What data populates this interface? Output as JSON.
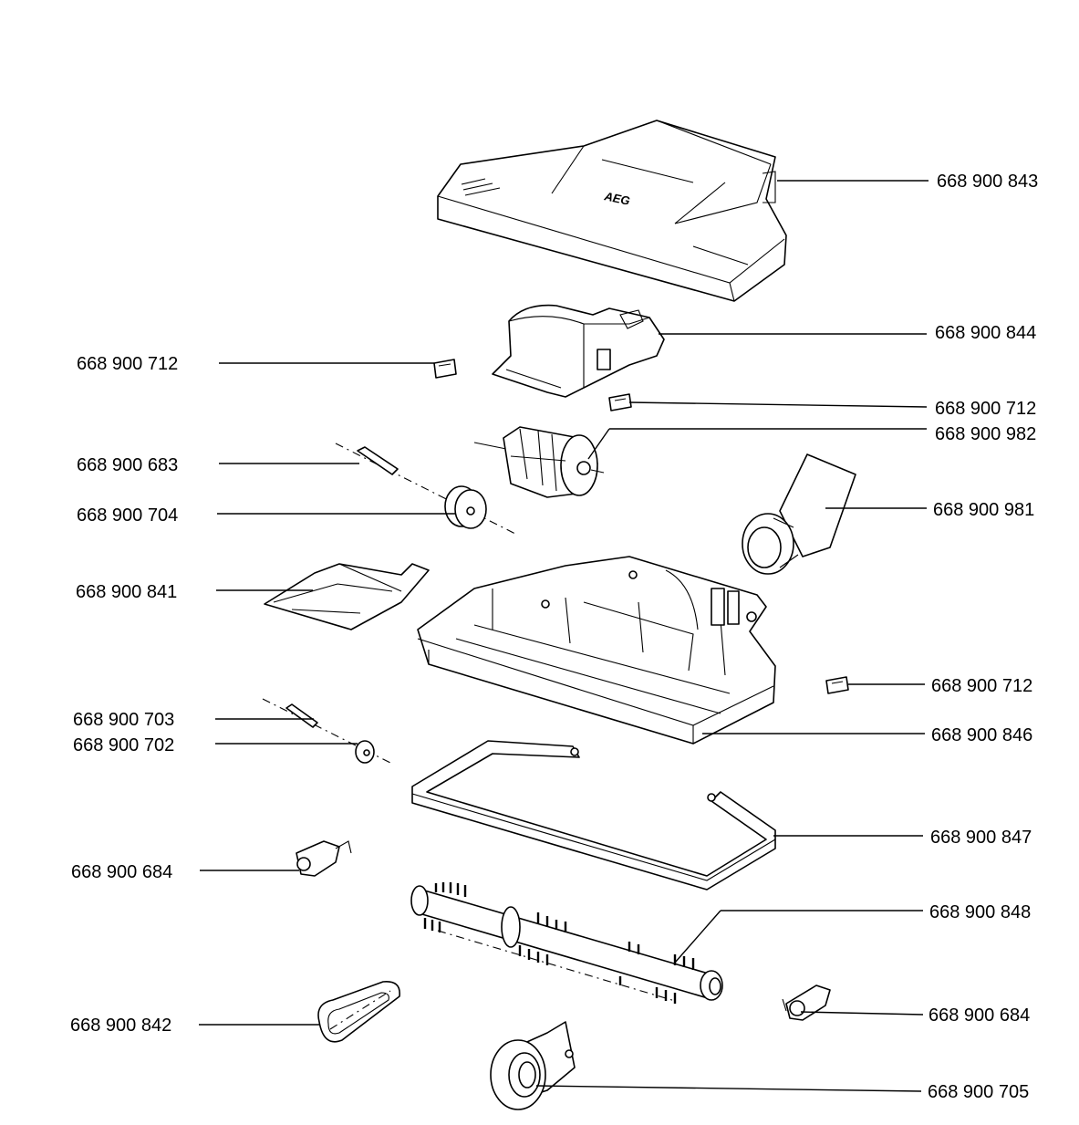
{
  "brand_mark": "AEG",
  "labels": {
    "hood": "668 900 843",
    "fan_housing": "668 900 844",
    "clip_left": "668 900 712",
    "clip_center": "668 900 712",
    "turbine": "668 900 982",
    "axle_upper": "668 900 683",
    "wheel_large": "668 900 704",
    "hose_connector": "668 900 981",
    "flap": "668 900 841",
    "clip_right": "668 900 712",
    "axle_lower": "668 900 703",
    "base_housing": "668 900 846",
    "wheel_small": "668 900 702",
    "bumper_frame": "668 900 847",
    "bracket_left": "668 900 684",
    "brush_roll": "668 900 848",
    "bracket_right": "668 900 684",
    "belt": "668 900 842",
    "pulley_cover": "668 900 705"
  }
}
